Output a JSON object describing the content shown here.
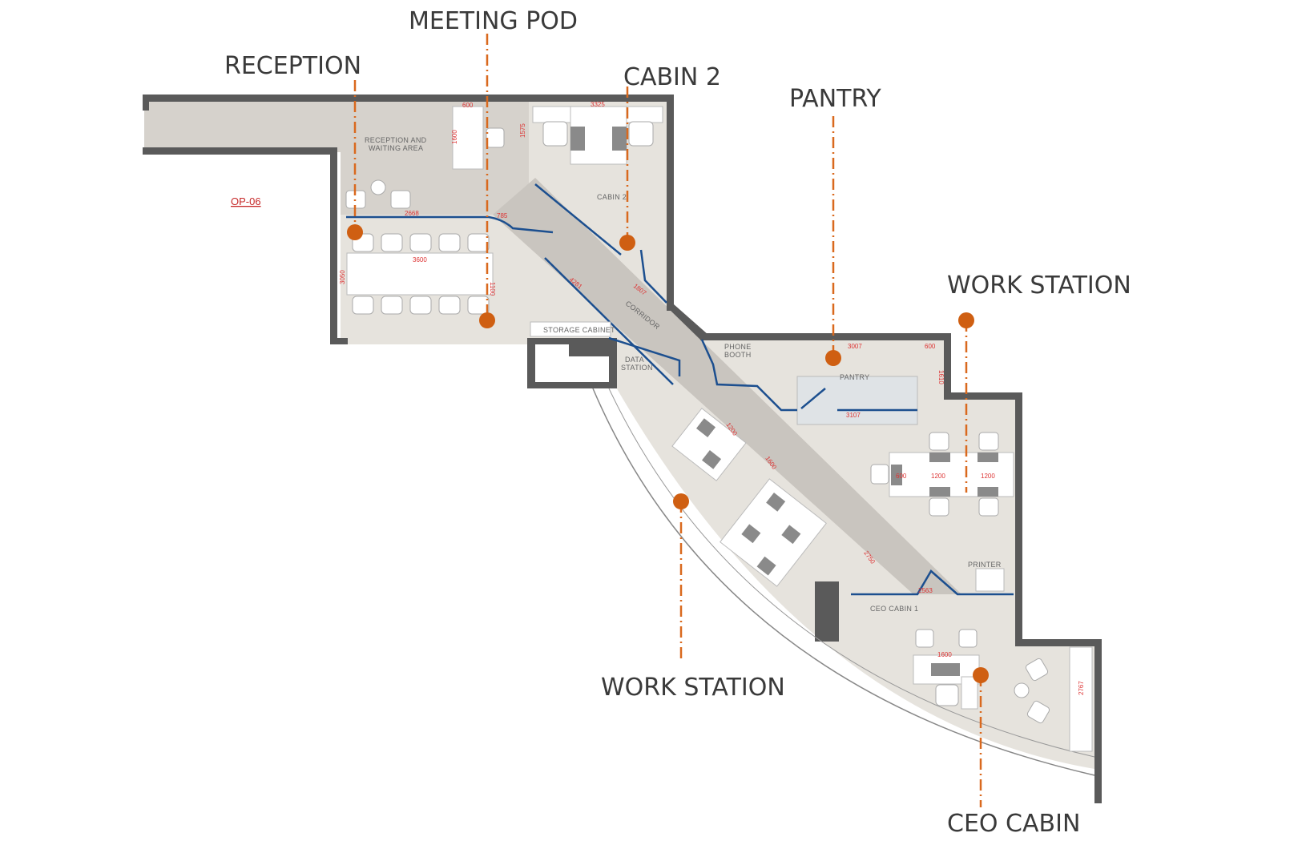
{
  "plan": {
    "unit_label": "OP-06",
    "callouts": [
      {
        "id": "reception",
        "label": "RECEPTION"
      },
      {
        "id": "meeting-pod",
        "label": "MEETING POD"
      },
      {
        "id": "cabin-2",
        "label": "CABIN 2"
      },
      {
        "id": "pantry",
        "label": "PANTRY"
      },
      {
        "id": "work-station-1",
        "label": "WORK STATION"
      },
      {
        "id": "work-station-2",
        "label": "WORK STATION"
      },
      {
        "id": "ceo-cabin",
        "label": "CEO CABIN"
      }
    ],
    "rooms": {
      "reception_line1": "RECEPTION AND",
      "reception_line2": "WAITING AREA",
      "cabin2": "CABIN 2",
      "storage": "STORAGE CABINET",
      "corridor": "CORRIDOR",
      "phone_line1": "PHONE",
      "phone_line2": "BOOTH",
      "data_line1": "DATA",
      "data_line2": "STATION",
      "pantry": "PANTRY",
      "printer": "PRINTER",
      "ceo": "CEO CABIN 1"
    },
    "dimensions": {
      "d600a": "600",
      "d1600a": "1600",
      "d3325": "3325",
      "d1575": "1575",
      "d2668": "2668",
      "d785": "785",
      "d3600": "3600",
      "d1100": "1100",
      "d3050": "3050",
      "d4281": "4281",
      "d1807": "1807",
      "d3007": "3007",
      "d600b": "600",
      "d1610": "1610",
      "d3107": "3107",
      "d1200a": "1200",
      "d1200b": "1200",
      "d1200c": "1200",
      "d600c": "600",
      "d1600b": "1600",
      "d2750": "2750",
      "d2563": "2563",
      "d1600c": "1600",
      "d2767": "2767"
    },
    "colors": {
      "accent": "#cf5f12",
      "partition": "#1c4f8f",
      "wall": "#5a5a5a",
      "floor": "#e6e3dd",
      "corridor": "#c9c5bf"
    }
  }
}
